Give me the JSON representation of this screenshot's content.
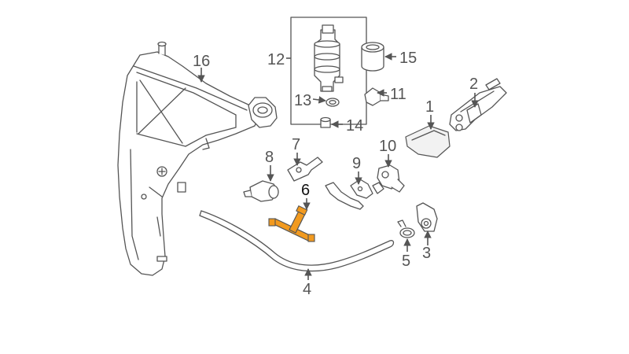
{
  "diagram": {
    "highlight_color": "#f29a1f",
    "line_color": "#555555",
    "callouts": [
      {
        "id": "c1",
        "label": "1"
      },
      {
        "id": "c2",
        "label": "2"
      },
      {
        "id": "c3",
        "label": "3"
      },
      {
        "id": "c4",
        "label": "4"
      },
      {
        "id": "c5",
        "label": "5"
      },
      {
        "id": "c6",
        "label": "6",
        "selected": true
      },
      {
        "id": "c7",
        "label": "7"
      },
      {
        "id": "c8",
        "label": "8"
      },
      {
        "id": "c9",
        "label": "9"
      },
      {
        "id": "c10",
        "label": "10"
      },
      {
        "id": "c11",
        "label": "11"
      },
      {
        "id": "c12",
        "label": "12"
      },
      {
        "id": "c13",
        "label": "13"
      },
      {
        "id": "c14",
        "label": "14"
      },
      {
        "id": "c15",
        "label": "15"
      },
      {
        "id": "c16",
        "label": "16"
      }
    ]
  }
}
